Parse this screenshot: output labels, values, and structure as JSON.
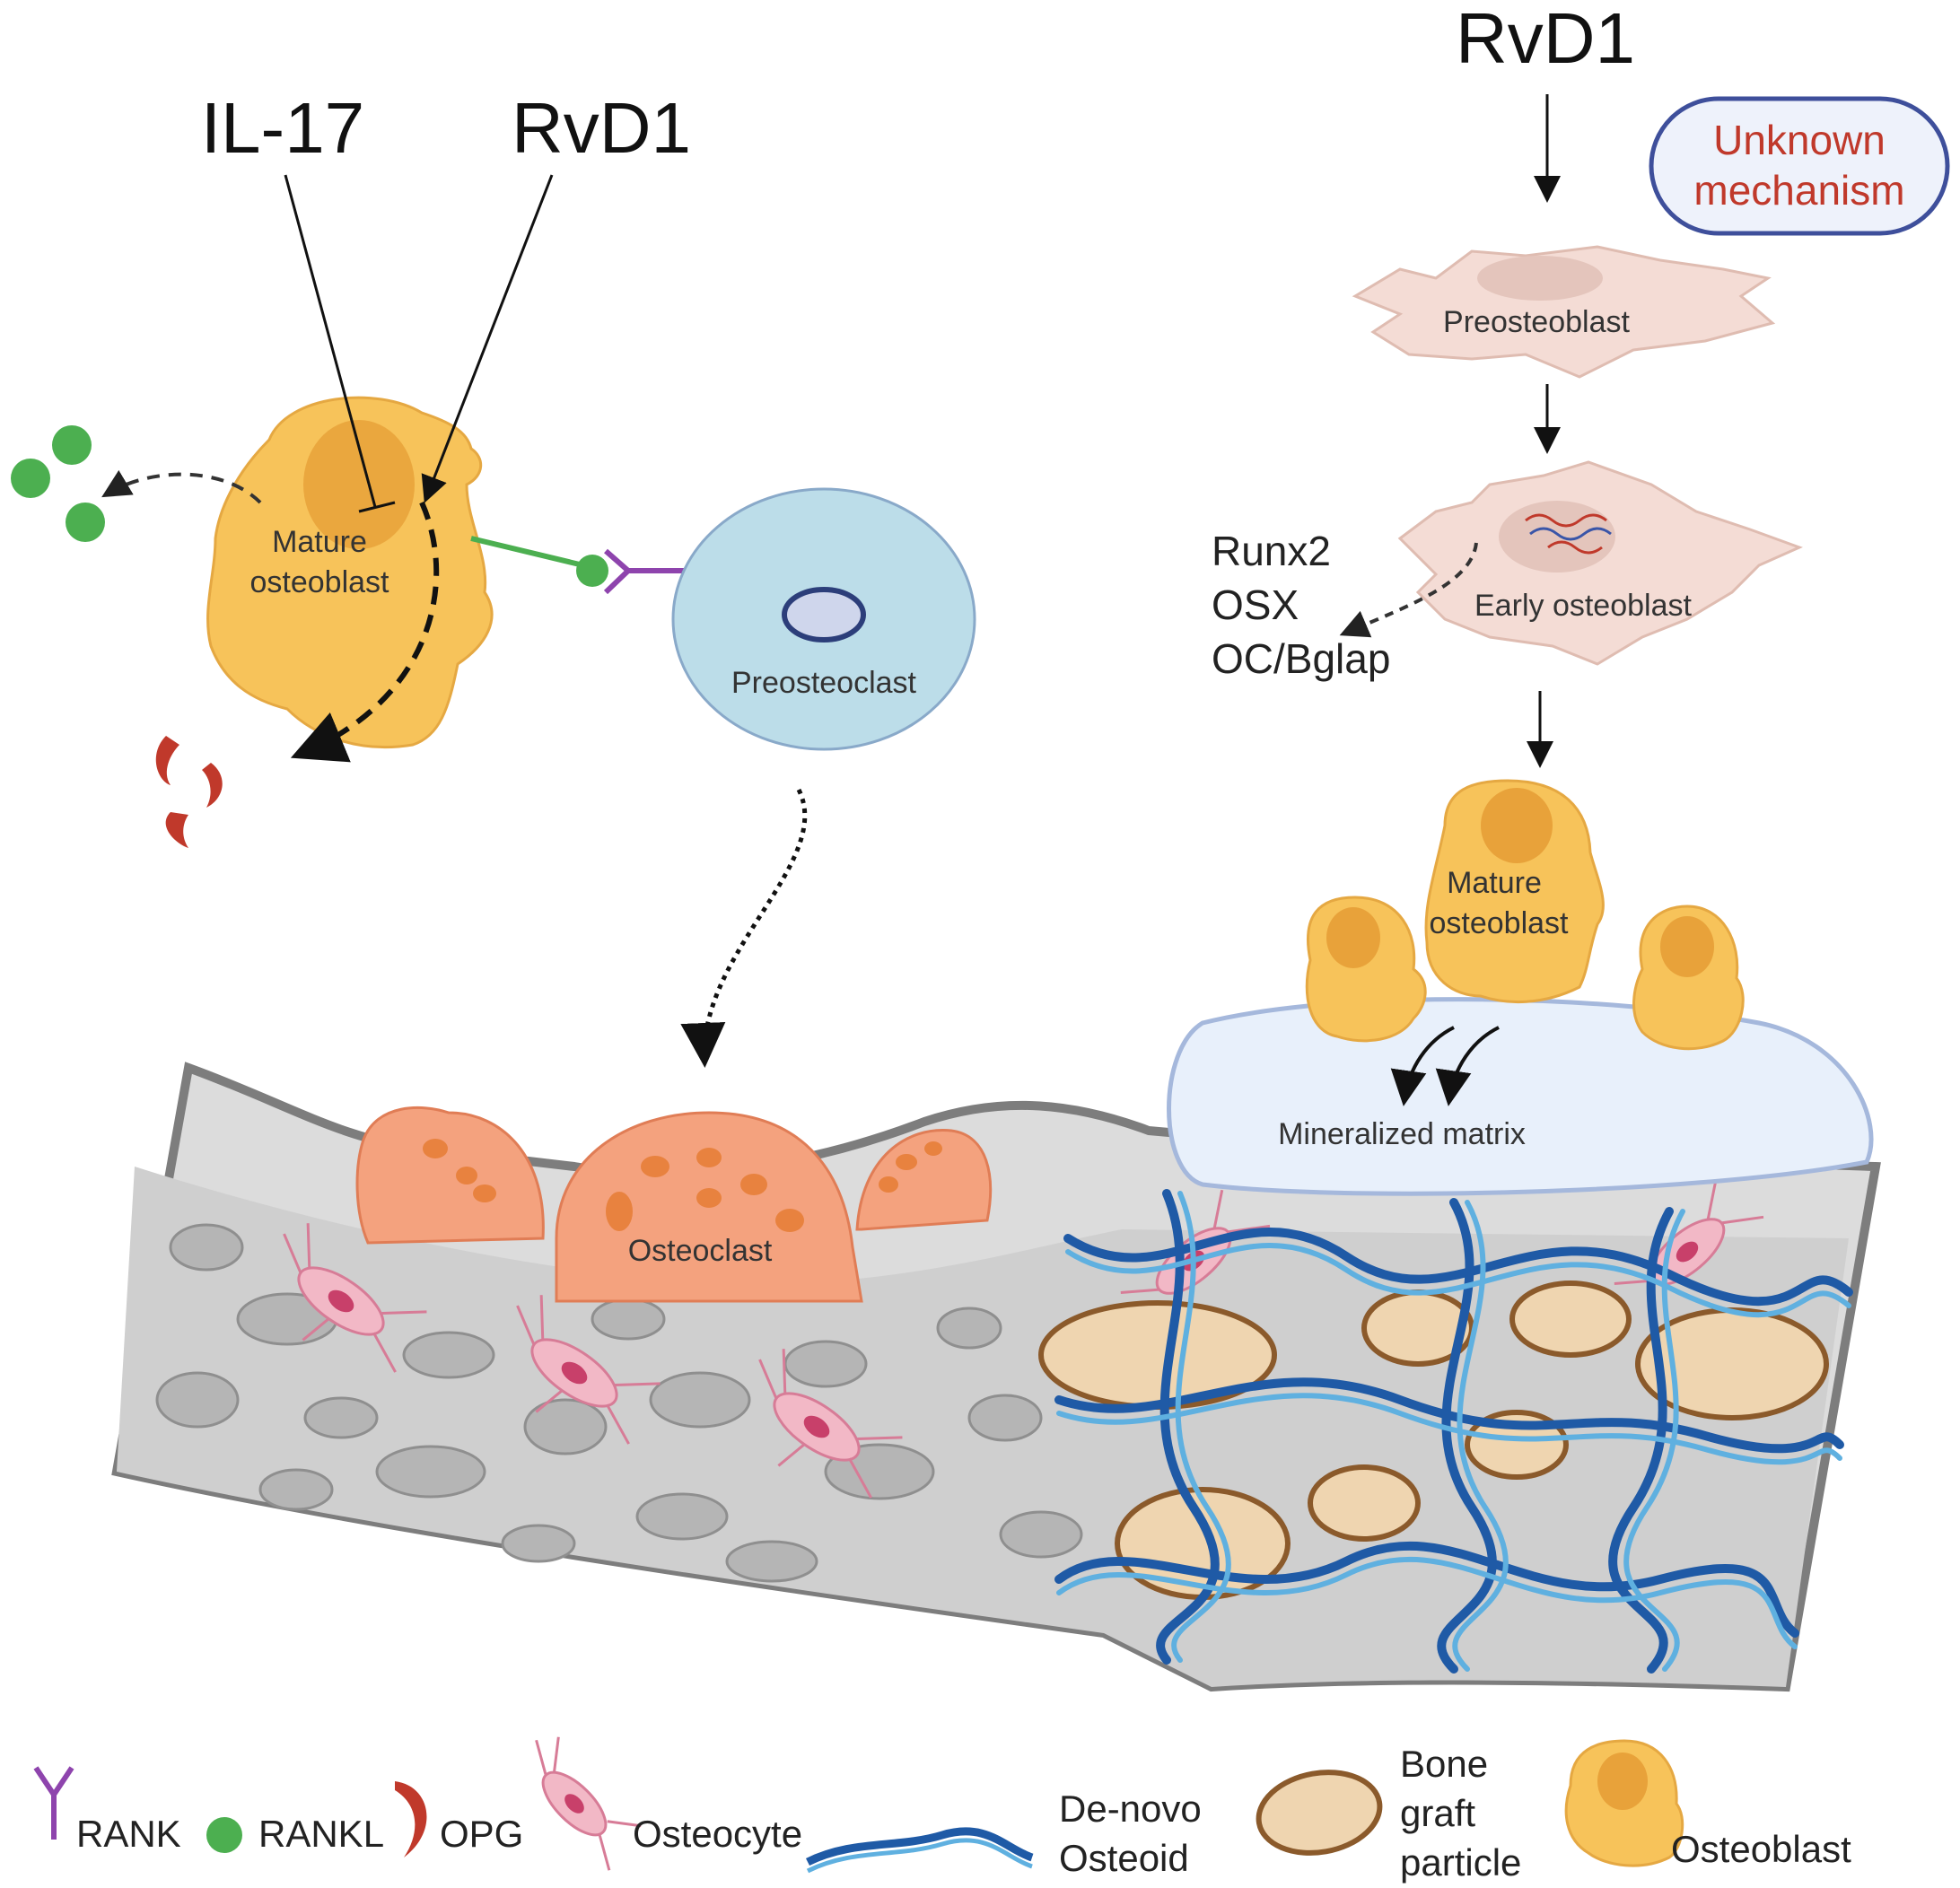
{
  "signals": {
    "il17": "IL-17",
    "rvd1_left": "RvD1",
    "rvd1_right": "RvD1",
    "unknown_line1": "Unknown",
    "unknown_line2": "mechanism"
  },
  "cells": {
    "mature_osteoblast_left_line1": "Mature",
    "mature_osteoblast_left_line2": "osteoblast",
    "preosteoclast": "Preosteoclast",
    "preosteoblast": "Preosteoblast",
    "early_osteoblast": "Early osteoblast",
    "mature_osteoblast_right_line1": "Mature",
    "mature_osteoblast_right_line2": "osteoblast",
    "osteoclast": "Osteoclast",
    "mineralized_matrix": "Mineralized matrix"
  },
  "genes": [
    "Runx2",
    "OSX",
    "OC/Bglap"
  ],
  "legend": {
    "rank": "RANK",
    "rankl": "RANKL",
    "opg": "OPG",
    "osteocyte": "Osteocyte",
    "osteoid_line1": "De-novo",
    "osteoid_line2": "Osteoid",
    "graft_line1": "Bone",
    "graft_line2": "graft",
    "graft_line3": "particle",
    "osteoblast": "Osteoblast"
  },
  "colors": {
    "osteoblast": "#f7c35a",
    "osteoblast_nucleus": "#e8a23a",
    "preosteoclast": "#bcdde9",
    "osteoclast": "#f4a27e",
    "preosteoblast": "#f4dcd5",
    "rankl": "#4caf50",
    "opg": "#c0392b",
    "rank": "#8e44ad",
    "bone": "#dcdcdc",
    "osteoid": "#3a7bd5",
    "graft": "#efd5b0",
    "unknown_text": "#c0392b"
  }
}
